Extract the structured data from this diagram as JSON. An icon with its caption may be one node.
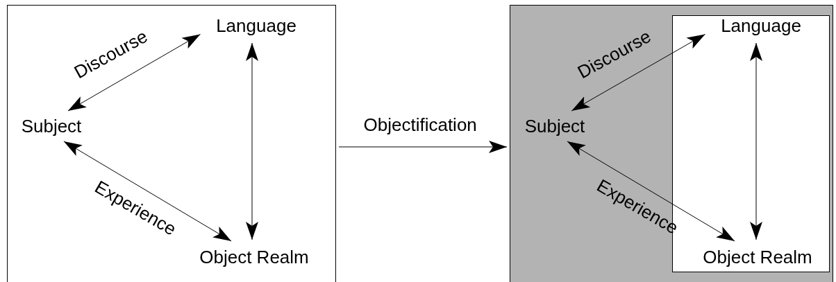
{
  "diagram": {
    "nodes": [
      {
        "text": [],
        "shape": "box"
      },
      {
        "text": [
          "Language"
        ],
        "in": 0
      },
      {
        "text": [
          "Subject"
        ],
        "in": 0
      },
      {
        "text": [
          "Object Realm"
        ],
        "in": 0
      },
      {
        "text": [],
        "shape": "box"
      },
      {
        "text": [],
        "shape": "box",
        "in": 4
      },
      {
        "text": [
          "Language"
        ],
        "in": 5
      },
      {
        "text": [
          "Subject"
        ],
        "in": 4
      },
      {
        "text": [
          "Object Realm"
        ],
        "in": 5
      }
    ],
    "edges": [
      {
        "from": 2,
        "to": 1,
        "arrow": "both",
        "label": "Discourse"
      },
      {
        "from": 2,
        "to": 3,
        "arrow": "both",
        "label": "Experience"
      },
      {
        "from": 1,
        "to": 3,
        "arrow": "both"
      },
      {
        "from": 0,
        "to": 4,
        "arrow": "to",
        "label": "Objectification"
      },
      {
        "from": 7,
        "to": 6,
        "arrow": "both",
        "label": "Discourse"
      },
      {
        "from": 7,
        "to": 8,
        "arrow": "both",
        "label": "Experience"
      },
      {
        "from": 6,
        "to": 8,
        "arrow": "both"
      }
    ]
  }
}
